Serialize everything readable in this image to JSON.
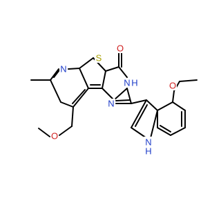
{
  "molecule": {
    "atoms": {
      "n_pyridine": "N",
      "s_thiophene": "S",
      "o_carbonyl": "O",
      "nh_lactam": "N",
      "h_lactam": "H",
      "n_pyrimidine": "N",
      "o_ether_left": "O",
      "o_ether_right": "O",
      "n_indole": "N",
      "h_indole": "H"
    }
  }
}
